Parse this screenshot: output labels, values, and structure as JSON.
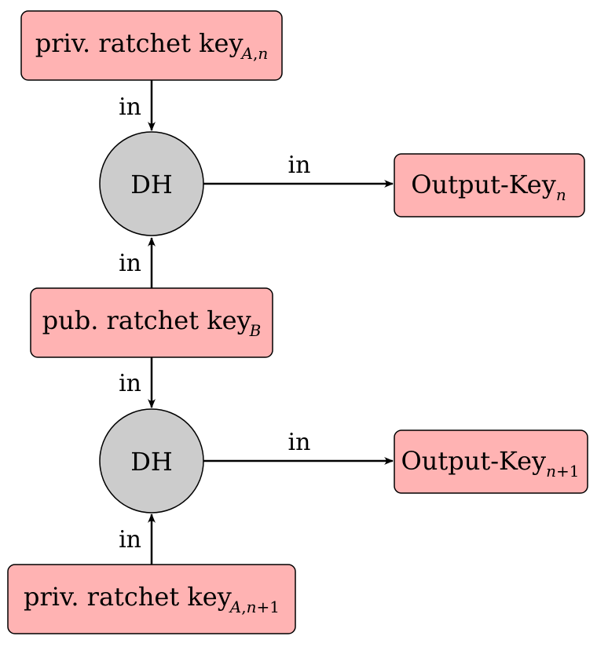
{
  "colors": {
    "box_fill": "#ffb3b3",
    "box_stroke": "#000000",
    "dh_fill": "#cccccc",
    "dh_stroke": "#000000",
    "edge": "#000000"
  },
  "nodes": {
    "priv_key_n": {
      "label": "priv. ratchet key",
      "sub_a": "A",
      "sub_b": ",",
      "sub_c": "n"
    },
    "dh_1": {
      "label": "DH"
    },
    "output_n": {
      "label": "Output-Key",
      "sub": "n"
    },
    "pub_key_b": {
      "label": "pub. ratchet key",
      "sub": "B"
    },
    "dh_2": {
      "label": "DH"
    },
    "output_n1": {
      "label": "Output-Key",
      "sub_a": "n",
      "sub_b": "+1"
    },
    "priv_key_n1": {
      "label": "priv. ratchet key",
      "sub_a": "A",
      "sub_b": ",",
      "sub_c": "n",
      "sub_d": "+1"
    }
  },
  "edges": {
    "priv_n_to_dh1": "in",
    "dh1_to_output_n": "in",
    "pub_to_dh1": "in",
    "pub_to_dh2": "in",
    "dh2_to_output_n1": "in",
    "priv_n1_to_dh2": "in"
  }
}
